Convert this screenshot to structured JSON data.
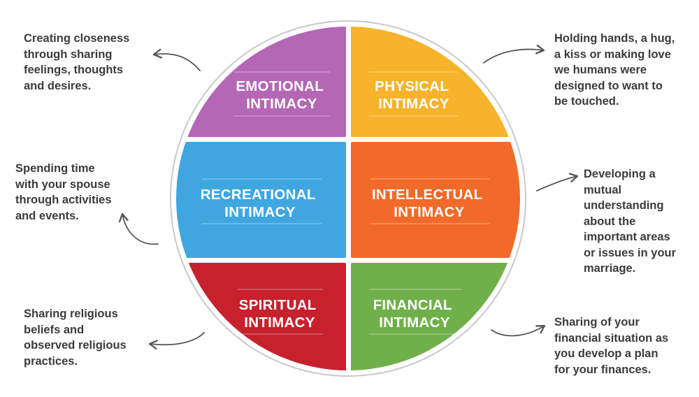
{
  "colors": {
    "emotional": "#b467b5",
    "physical": "#f7b32b",
    "recreational": "#3fa6e0",
    "intellectual": "#f26a2a",
    "spiritual": "#c6212d",
    "financial": "#70b04b",
    "text": "#3b3b3b",
    "arrow": "#555555"
  },
  "quadrants": {
    "emotional": {
      "line1": "EMOTIONAL",
      "line2": "INTIMACY",
      "icon": "arrow-up-left-icon"
    },
    "physical": {
      "line1": "PHYSICAL",
      "line2": "INTIMACY",
      "icon": "arrow-up-right-icon"
    },
    "recreational": {
      "line1": "RECREATIONAL",
      "line2": "INTIMACY",
      "icon": "arrow-curve-left-icon"
    },
    "intellectual": {
      "line1": "INTELLECTUAL",
      "line2": "INTIMACY",
      "icon": "arrow-right-icon"
    },
    "spiritual": {
      "line1": "SPIRITUAL",
      "line2": "INTIMACY",
      "icon": "arrow-down-left-icon"
    },
    "financial": {
      "line1": "FINANCIAL",
      "line2": "INTIMACY",
      "icon": "arrow-down-right-icon"
    }
  },
  "descriptions": {
    "emotional": "Creating closeness\nthrough sharing\nfeelings, thoughts\nand desires.",
    "physical": "Holding hands, a hug,\na kiss or making love\nwe humans were\ndesigned to want to\nbe touched.",
    "recreational": "Spending time\nwith your spouse\nthrough activities\nand events.",
    "intellectual": "Developing a\nmutual\nunderstanding\nabout the\nimportant areas\nor issues in your\nmarriage.",
    "spiritual": "Sharing religious\nbeliefs and\nobserved religious\npractices.",
    "financial": "Sharing of your\nfinancial situation as\nyou develop a plan\nfor your finances."
  }
}
